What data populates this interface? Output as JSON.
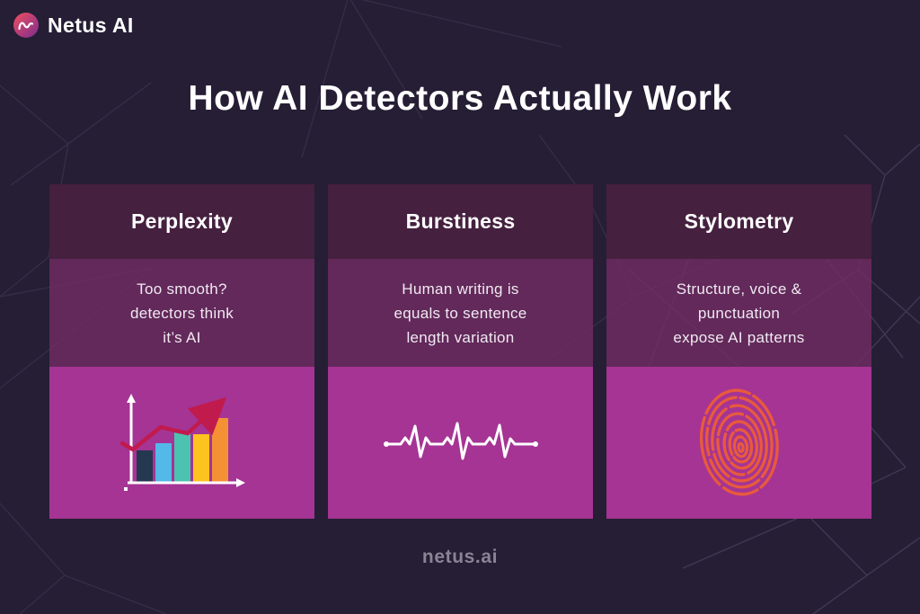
{
  "brand": {
    "logo_text": "Netus AI",
    "website": "netus.ai"
  },
  "title": "How AI Detectors Actually Work",
  "cards": [
    {
      "title": "Perplexity",
      "lines": [
        "Too smooth?",
        "detectors think",
        "it’s AI"
      ],
      "icon": "rising-bar-chart-icon"
    },
    {
      "title": "Burstiness",
      "lines": [
        "Human writing is",
        "equals to sentence",
        "length variation"
      ],
      "icon": "heartbeat-line-icon"
    },
    {
      "title": "Stylometry",
      "lines": [
        "Structure, voice &",
        "punctuation",
        "expose AI patterns"
      ],
      "icon": "fingerprint-icon"
    }
  ],
  "icons": {
    "bar_chart": {
      "bar_colors": [
        "#24384f",
        "#54b8e8",
        "#4cc3b0",
        "#fdc31f",
        "#f59135"
      ],
      "trend_color": "#c11a4d",
      "axis_color": "#ffffff"
    },
    "heartbeat": {
      "stroke": "#ffffff"
    },
    "fingerprint": {
      "stroke": "#e85a3c"
    }
  },
  "colors": {
    "page_background": "#251e34",
    "card_header": "#45203f",
    "card_mid": "#63295a",
    "card_bottom": "#a53494",
    "title_text": "#ffffff",
    "body_text": "#f1e9f2",
    "footer_text": "#8b8496",
    "logo_gradient_start": "#ef4f60",
    "logo_gradient_end": "#7e2d90"
  }
}
